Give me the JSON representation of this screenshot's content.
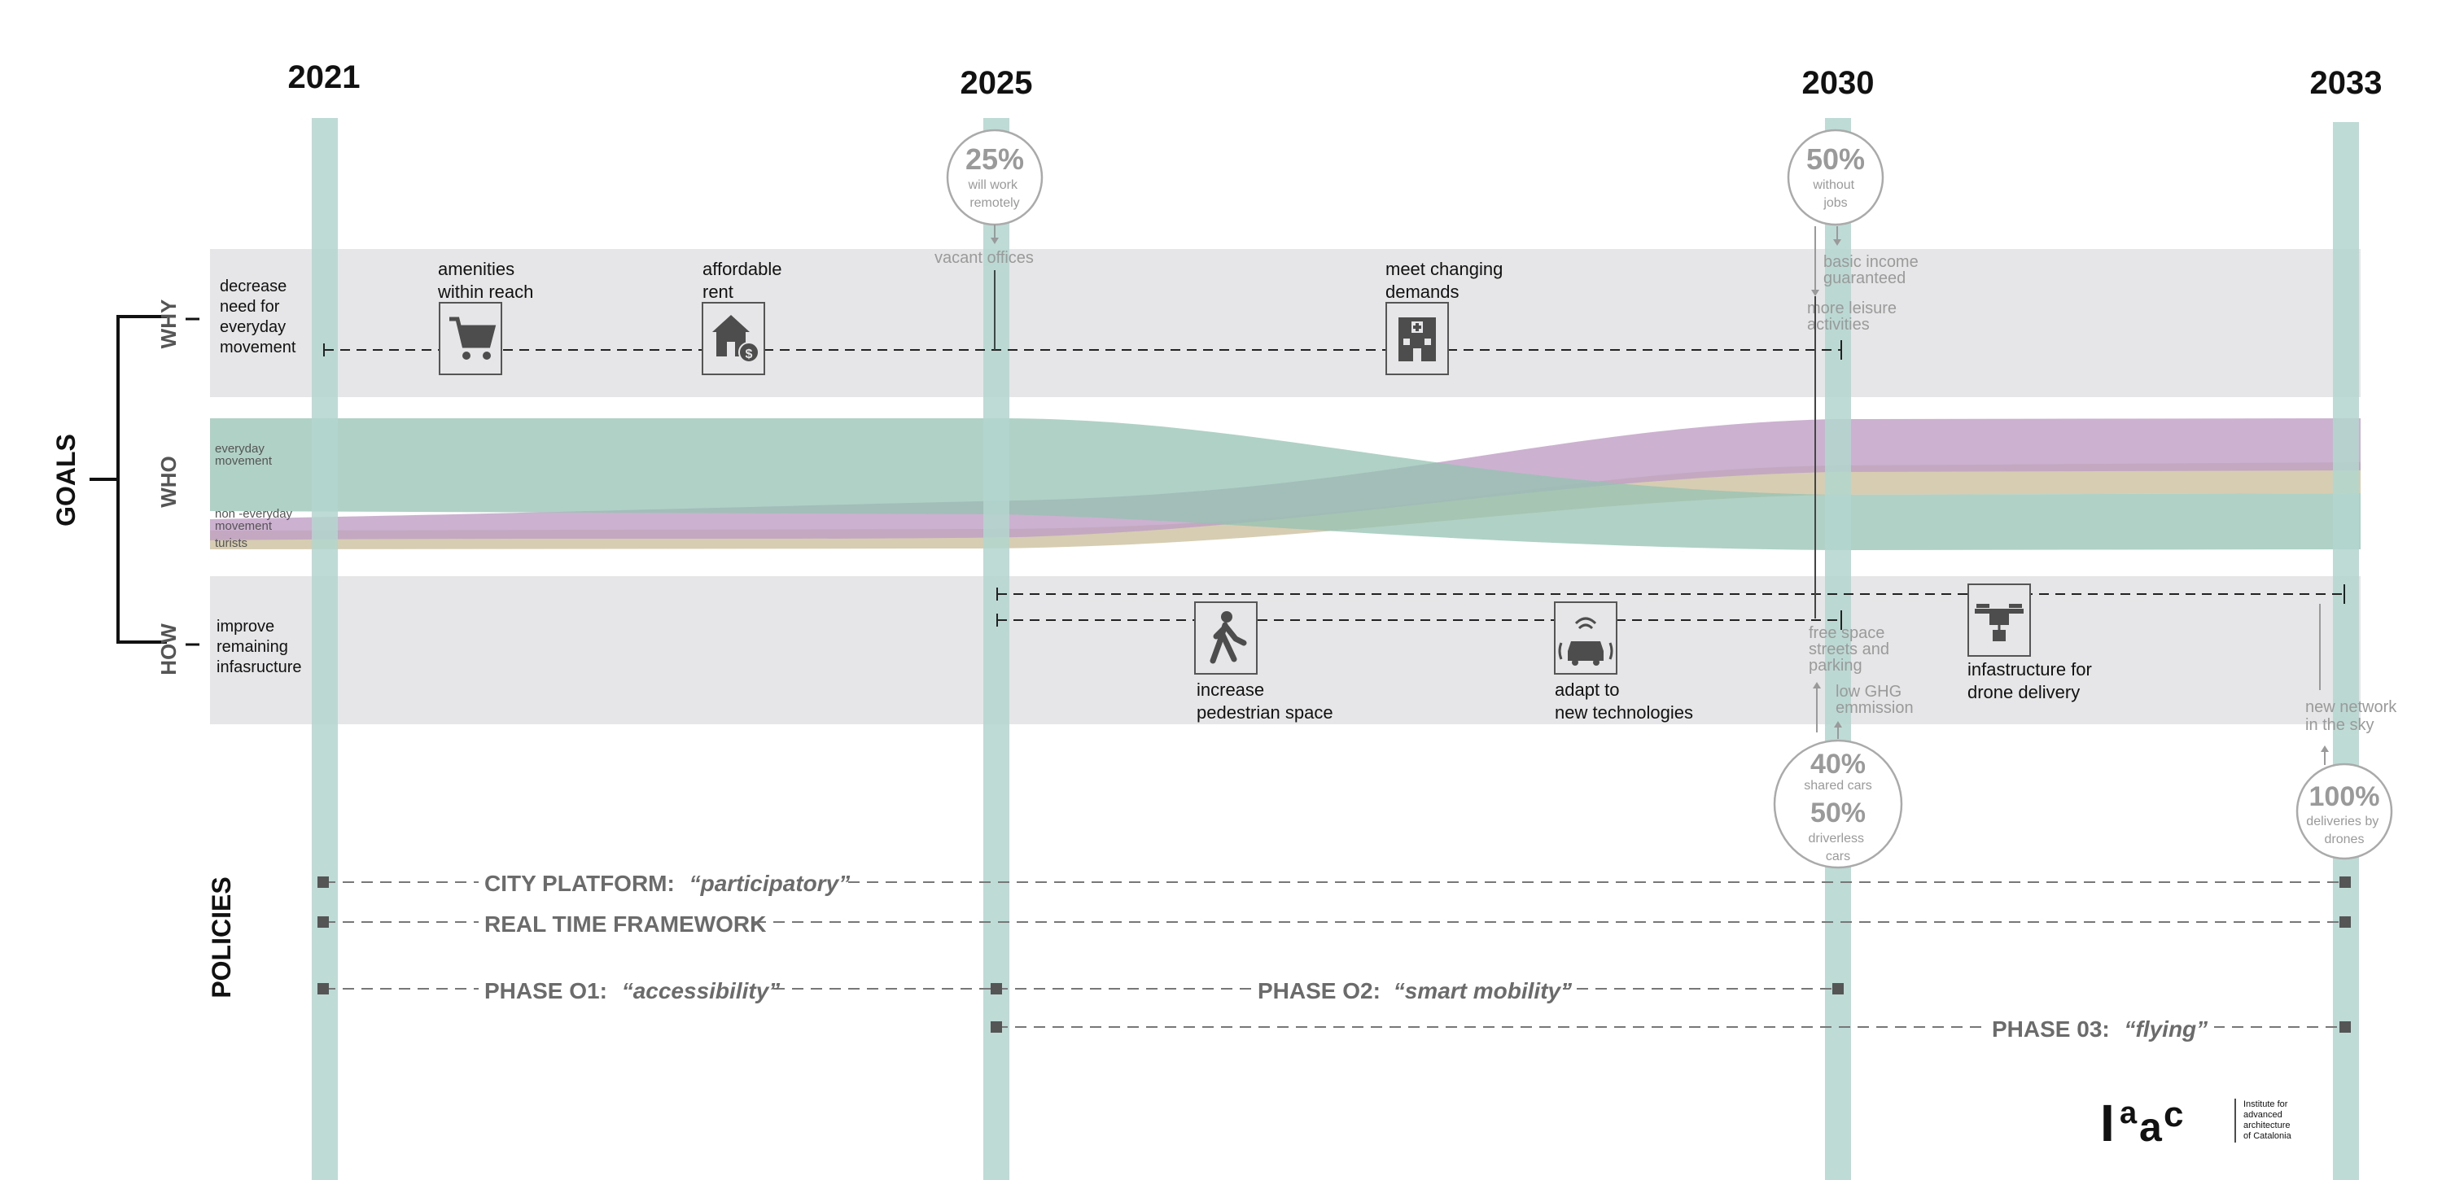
{
  "years": [
    "2021",
    "2025",
    "2030",
    "2033"
  ],
  "side_labels": {
    "goals": "GOALS",
    "why": "WHY",
    "who": "WHO",
    "how": "HOW",
    "policies": "POLICIES"
  },
  "why_row": {
    "label": [
      "decrease",
      "need for",
      "everyday",
      "movement"
    ],
    "items": [
      {
        "text": [
          "amenities",
          "within reach"
        ],
        "icon": "shopping-cart-icon"
      },
      {
        "text": [
          "affordable",
          "rent"
        ],
        "icon": "house-dollar-icon"
      },
      {
        "text": [
          "meet changing",
          "demands"
        ],
        "icon": "hospital-building-icon"
      }
    ]
  },
  "who_row": {
    "everyday": [
      "everyday",
      "movement"
    ],
    "non_everyday": [
      "non -everyday",
      "movement"
    ],
    "turists": "turists"
  },
  "how_row": {
    "label": [
      "improve",
      "remaining",
      "infasructure"
    ],
    "items": [
      {
        "text": [
          "increase",
          "pedestrian space"
        ],
        "icon": "pedestrian-icon"
      },
      {
        "text": [
          "adapt to",
          "new technologies"
        ],
        "icon": "connected-car-icon"
      },
      {
        "text": [
          "infastructure for",
          "drone delivery"
        ],
        "icon": "drone-icon"
      }
    ]
  },
  "stats": {
    "remote": {
      "value": "25%",
      "caption": [
        "will work",
        "remotely"
      ]
    },
    "jobs": {
      "value": "50%",
      "caption": [
        "without",
        "jobs"
      ]
    },
    "cars": {
      "value1": "40%",
      "caption1": "shared cars",
      "value2": "50%",
      "caption2": [
        "driverless",
        "cars"
      ]
    },
    "drones": {
      "value": "100%",
      "caption": [
        "deliveries by",
        "drones"
      ]
    }
  },
  "annotations": {
    "vacant_offices": "vacant offices",
    "basic_income": [
      "basic income",
      "guaranteed"
    ],
    "leisure": [
      "more leisure",
      "activities"
    ],
    "free_space": [
      "free space",
      "streets  and",
      "parking"
    ],
    "low_ghg": [
      "low GHG",
      "emmission"
    ],
    "new_network": [
      "new network",
      "in the sky"
    ]
  },
  "policies": {
    "city_platform": {
      "label": "CITY PLATFORM:",
      "quote": "“participatory”"
    },
    "real_time": "REAL TIME FRAMEWORK",
    "phase1": {
      "label": "PHASE O1:",
      "quote": "“accessibility”"
    },
    "phase2": {
      "label": "PHASE O2:",
      "quote": "“smart mobility”"
    },
    "phase3": {
      "label": "PHASE 03:",
      "quote": "“flying”"
    }
  },
  "logo": {
    "mark": "IaaC",
    "caption": [
      "Institute for",
      "advanced",
      "architecture",
      "of Catalonia"
    ]
  },
  "colors": {
    "timeline_bar": "#b3d6ce",
    "band": "#e6e6e8",
    "everyday_flow": "#95c1b1",
    "non_everyday_flow": "#bf9fc4",
    "turist_flow": "#cfc4a6",
    "grey_text": "#9a9a9a",
    "dark_text": "#111111",
    "policy_text": "#6b6b6b",
    "icon": "#4d4d4d"
  }
}
